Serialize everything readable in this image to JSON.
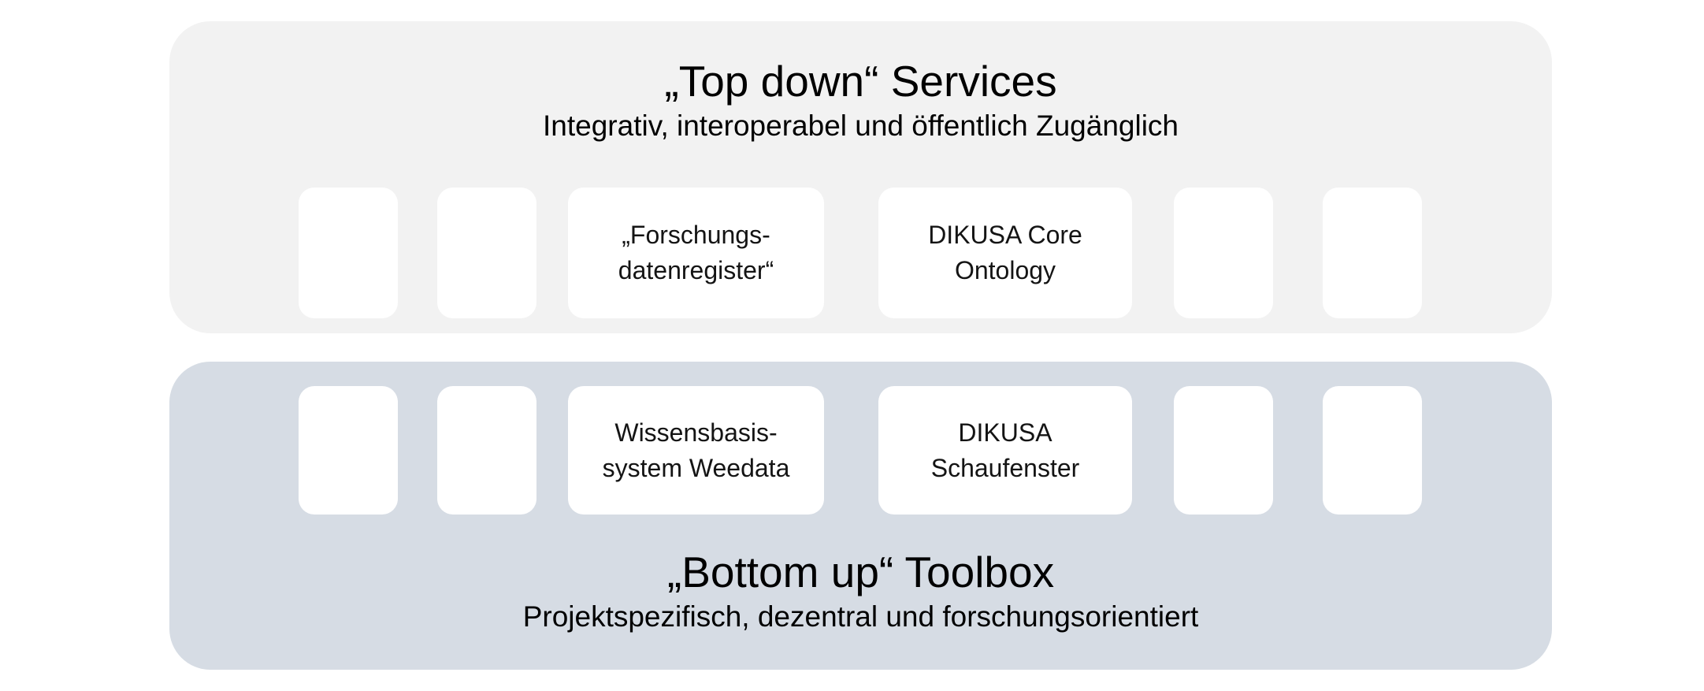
{
  "canvas": {
    "background": "#ffffff"
  },
  "top_panel": {
    "title": "„Top down“ Services",
    "subtitle": "Integrativ, interoperabel und öffentlich Zugänglich",
    "background": "#f2f2f2",
    "boxes": [
      {
        "line1": "",
        "line2": ""
      },
      {
        "line1": "",
        "line2": ""
      },
      {
        "line1": "„Forschungs-",
        "line2": "datenregister“"
      },
      {
        "line1": "DIKUSA Core",
        "line2": "Ontology"
      },
      {
        "line1": "",
        "line2": ""
      },
      {
        "line1": "",
        "line2": ""
      }
    ]
  },
  "bottom_panel": {
    "title": "„Bottom up“ Toolbox",
    "subtitle": "Projektspezifisch, dezentral und forschungsorientiert",
    "background": "#d6dce4",
    "boxes": [
      {
        "line1": "",
        "line2": ""
      },
      {
        "line1": "",
        "line2": ""
      },
      {
        "line1": "Wissensbasis-",
        "line2": "system Weedata"
      },
      {
        "line1": "DIKUSA",
        "line2": "Schaufenster"
      },
      {
        "line1": "",
        "line2": ""
      },
      {
        "line1": "",
        "line2": ""
      }
    ]
  }
}
